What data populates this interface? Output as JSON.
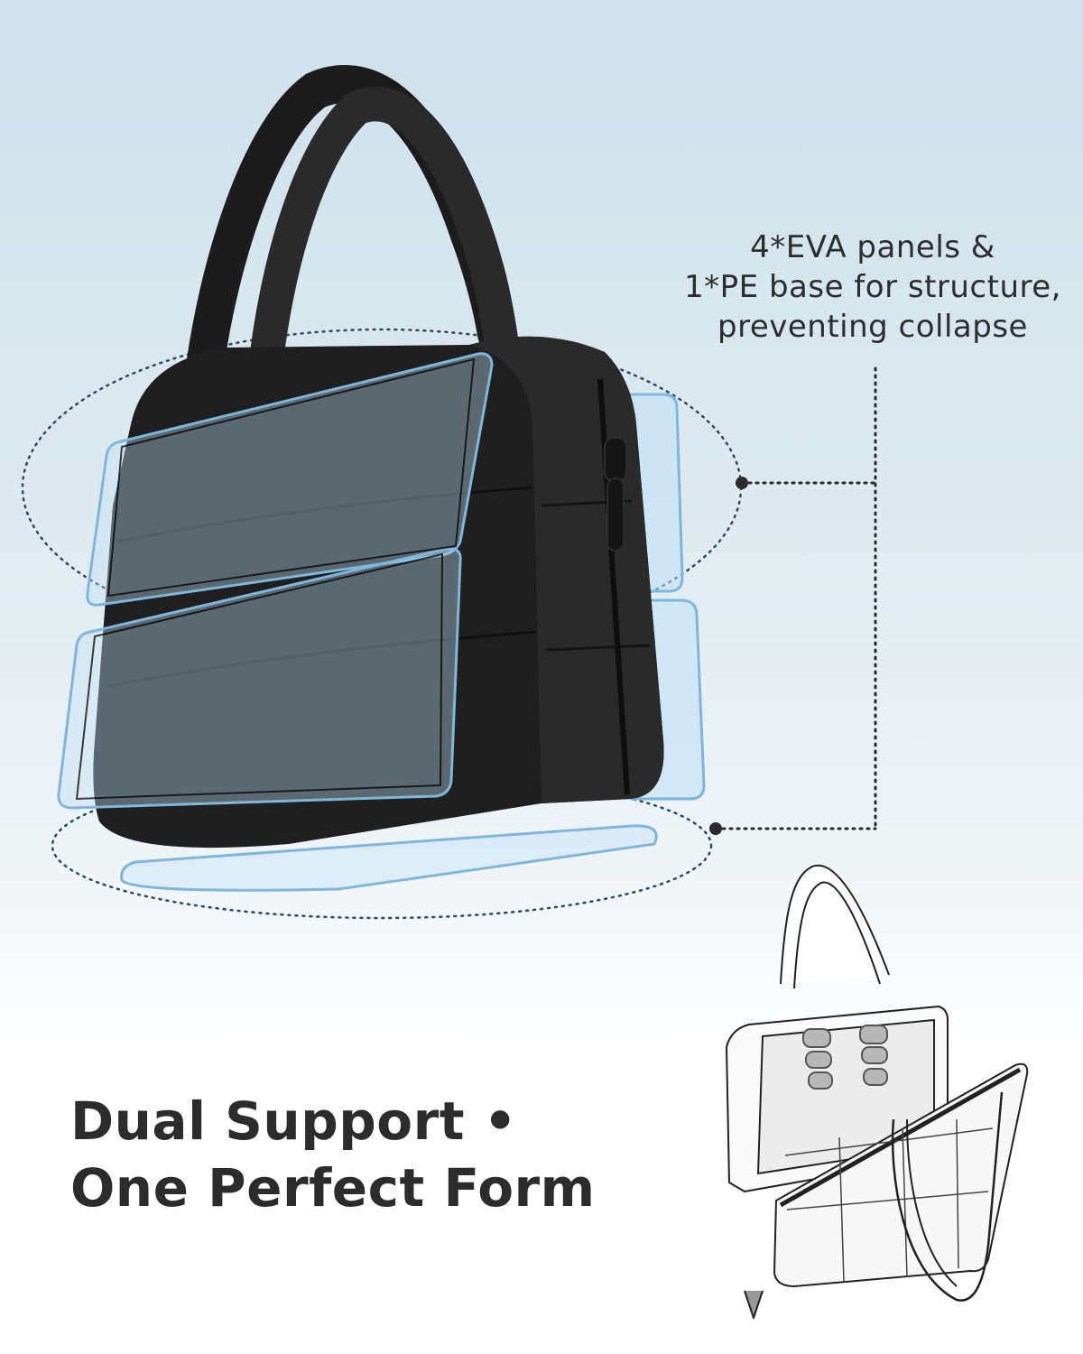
{
  "callout": {
    "line1": "4*EVA panels &",
    "line2": "1*PE base for structure,",
    "line3": "preventing collapse"
  },
  "headline": {
    "line1": "Dual Support •",
    "line2": "One Perfect Form"
  },
  "colors": {
    "bag": "#1f1f1f",
    "panel": "#8fc3e6",
    "dotted_line": "#2b4a63",
    "text": "#2c2c2c"
  },
  "images": {
    "main_product": "black-quilted-lunch-tote-with-eva-panels",
    "sketch": "open-tote-line-drawing"
  }
}
